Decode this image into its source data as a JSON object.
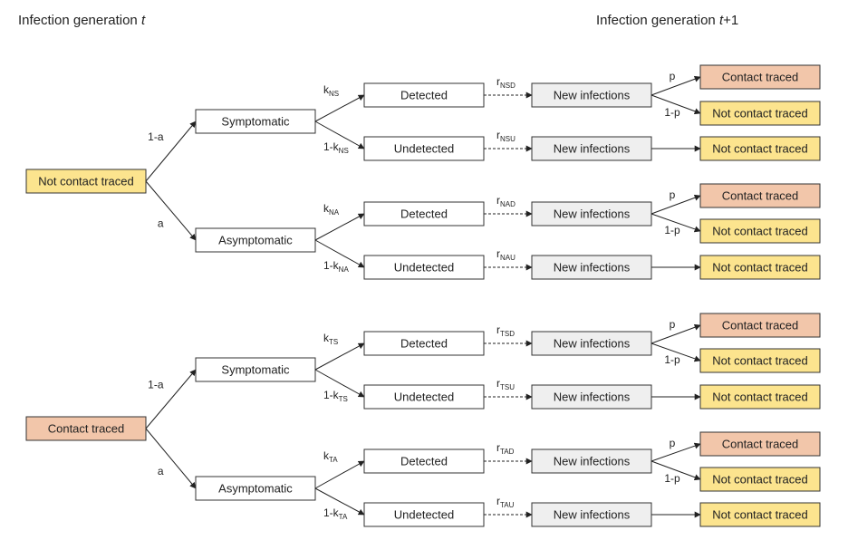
{
  "header": {
    "left_text": "Infection generation ",
    "left_var": "t",
    "right_var": "t",
    "right_suffix": "+1"
  },
  "colors": {
    "not_traced_fill": "#fce48e",
    "traced_fill": "#f2c6aa",
    "new_inf_fill": "#efefef",
    "white": "#ffffff",
    "stroke": "#333333"
  },
  "groups": [
    {
      "root": "Not contact traced",
      "root_type": "not_traced",
      "branches": [
        {
          "prob": "1-a",
          "state": "Symptomatic",
          "detected": {
            "prob_main": "k",
            "prob_sub": "NS",
            "label": "Detected",
            "rate_main": "r",
            "rate_sub": "NSD",
            "new_inf": "New infections",
            "p": "p",
            "one_minus_p": "1-p",
            "traced": "Contact traced",
            "not_traced": "Not contact traced"
          },
          "undetected": {
            "prob_main": "1-k",
            "prob_sub": "NS",
            "label": "Undetected",
            "rate_main": "r",
            "rate_sub": "NSU",
            "new_inf": "New infections",
            "not_traced": "Not contact traced"
          }
        },
        {
          "prob": "a",
          "state": "Asymptomatic",
          "detected": {
            "prob_main": "k",
            "prob_sub": "NA",
            "label": "Detected",
            "rate_main": "r",
            "rate_sub": "NAD",
            "new_inf": "New infections",
            "p": "p",
            "one_minus_p": "1-p",
            "traced": "Contact traced",
            "not_traced": "Not contact traced"
          },
          "undetected": {
            "prob_main": "1-k",
            "prob_sub": "NA",
            "label": "Undetected",
            "rate_main": "r",
            "rate_sub": "NAU",
            "new_inf": "New infections",
            "not_traced": "Not contact traced"
          }
        }
      ]
    },
    {
      "root": "Contact traced",
      "root_type": "traced",
      "branches": [
        {
          "prob": "1-a",
          "state": "Symptomatic",
          "detected": {
            "prob_main": "k",
            "prob_sub": "TS",
            "label": "Detected",
            "rate_main": "r",
            "rate_sub": "TSD",
            "new_inf": "New infections",
            "p": "p",
            "one_minus_p": "1-p",
            "traced": "Contact traced",
            "not_traced": "Not contact traced"
          },
          "undetected": {
            "prob_main": "1-k",
            "prob_sub": "TS",
            "label": "Undetected",
            "rate_main": "r",
            "rate_sub": "TSU",
            "new_inf": "New infections",
            "not_traced": "Not contact traced"
          }
        },
        {
          "prob": "a",
          "state": "Asymptomatic",
          "detected": {
            "prob_main": "k",
            "prob_sub": "TA",
            "label": "Detected",
            "rate_main": "r",
            "rate_sub": "TAD",
            "new_inf": "New infections",
            "p": "p",
            "one_minus_p": "1-p",
            "traced": "Contact traced",
            "not_traced": "Not contact traced"
          },
          "undetected": {
            "prob_main": "1-k",
            "prob_sub": "TA",
            "label": "Undetected",
            "rate_main": "r",
            "rate_sub": "TAU",
            "new_inf": "New infections",
            "not_traced": "Not contact traced"
          }
        }
      ]
    }
  ]
}
